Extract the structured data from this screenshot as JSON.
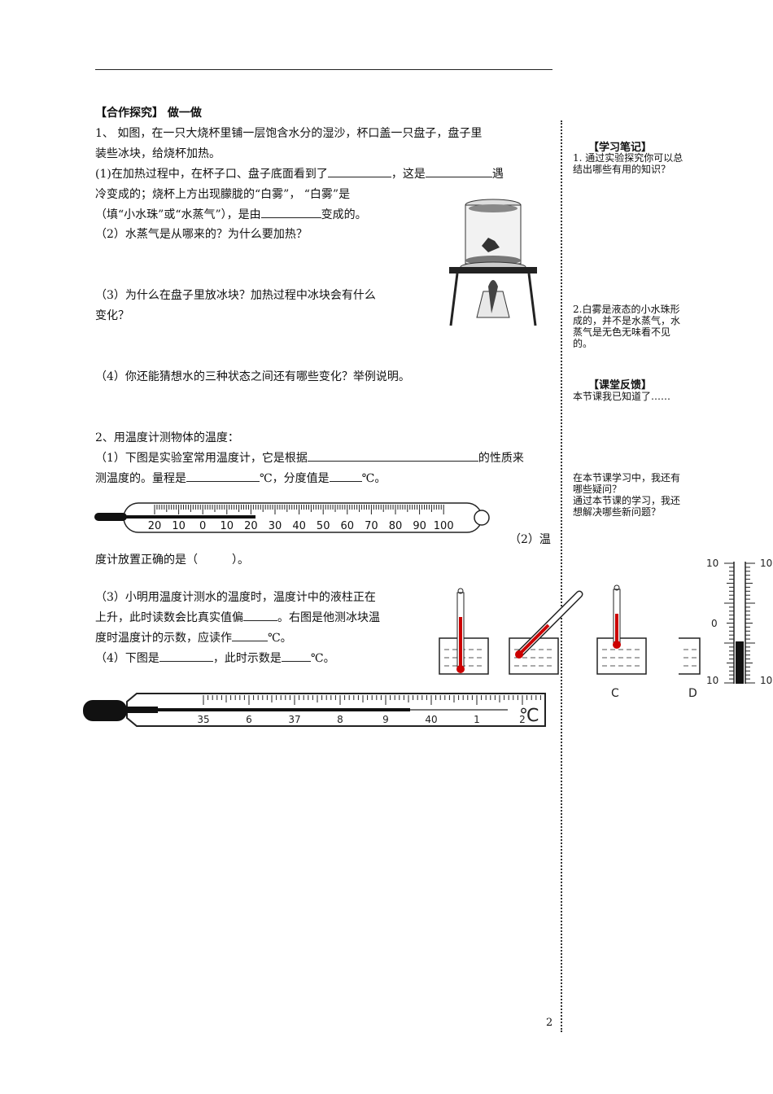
{
  "section": {
    "title": "【合作探究】 做一做"
  },
  "q1": {
    "l1": "1、 如图，在一只大烧杯里铺一层饱含水分的湿沙，杯口盖一只盘子，盘子里",
    "l2": "装些冰块，给烧杯加热。",
    "l3a": "(1)在加热过程中，在杯子口、盘子底面看到了",
    "l3b": "，这是",
    "l3c": "遇",
    "l4": "冷变成的；烧杯上方出现朦胧的“白雾”， “白雾”是",
    "l5a": "（填“小水珠”或“水蒸气”），是由",
    "l5b": "变成的。",
    "l6": "（2）水蒸气是从哪来的？为什么要加热？",
    "l7": "（3）为什么在盘子里放冰块？加热过程中冰块会有什么",
    "l8": "变化？",
    "l9": "（4）你还能猜想水的三种状态之间还有哪些变化？举例说明。"
  },
  "q2": {
    "l1": "2、用温度计测物体的温度：",
    "l2a": "（1）下图是实验室常用温度计，它是根据",
    "l2b": "的性质来",
    "l3a": "测温度的。量程是",
    "l3b": "℃，分度值是",
    "l3c": "℃。",
    "l4": "（2）温",
    "l5": "度计放置正确的是（　　　）。",
    "l6": "（3）小明用温度计测水的温度时，温度计中的液柱正在",
    "l7a": "上升，此时读数会比真实值偏",
    "l7b": "。右图是他测冰块温",
    "l8a": "度时温度计的示数，应读作",
    "l8b": "℃。",
    "l9a": "（4）下图是",
    "l9b": "，此时示数是",
    "l9c": "℃。"
  },
  "lab_thermometer": {
    "ticks": [
      "20",
      "10",
      "0",
      "10",
      "20",
      "30",
      "40",
      "50",
      "60",
      "70",
      "80",
      "90",
      "100"
    ]
  },
  "beaker_options": [
    "C",
    "D"
  ],
  "ice_scale": {
    "top_left": "10",
    "top_right": "10",
    "mid": "0",
    "bottom_left": "10",
    "bottom_right": "10"
  },
  "clinical": {
    "labels": [
      "35",
      "6",
      "37",
      "8",
      "9",
      "40",
      "1",
      "2"
    ],
    "unit": "℃"
  },
  "sidebar": {
    "notes_title": "【学习笔记】",
    "note1": "1. 通过实验探究你可以总结出哪些有用的知识？",
    "note2": "2.白雾是液态的小水珠形成的，并不是水蒸气，水蒸气是无色无味看不见的。",
    "feedback_title": "【课堂反馈】",
    "fb1": "本节课我已知道了……",
    "fb2": "在本节课学习中，我还有哪些疑问？",
    "fb3": "通过本节课的学习，我还想解决哪些新问题？"
  },
  "page_number": "2"
}
